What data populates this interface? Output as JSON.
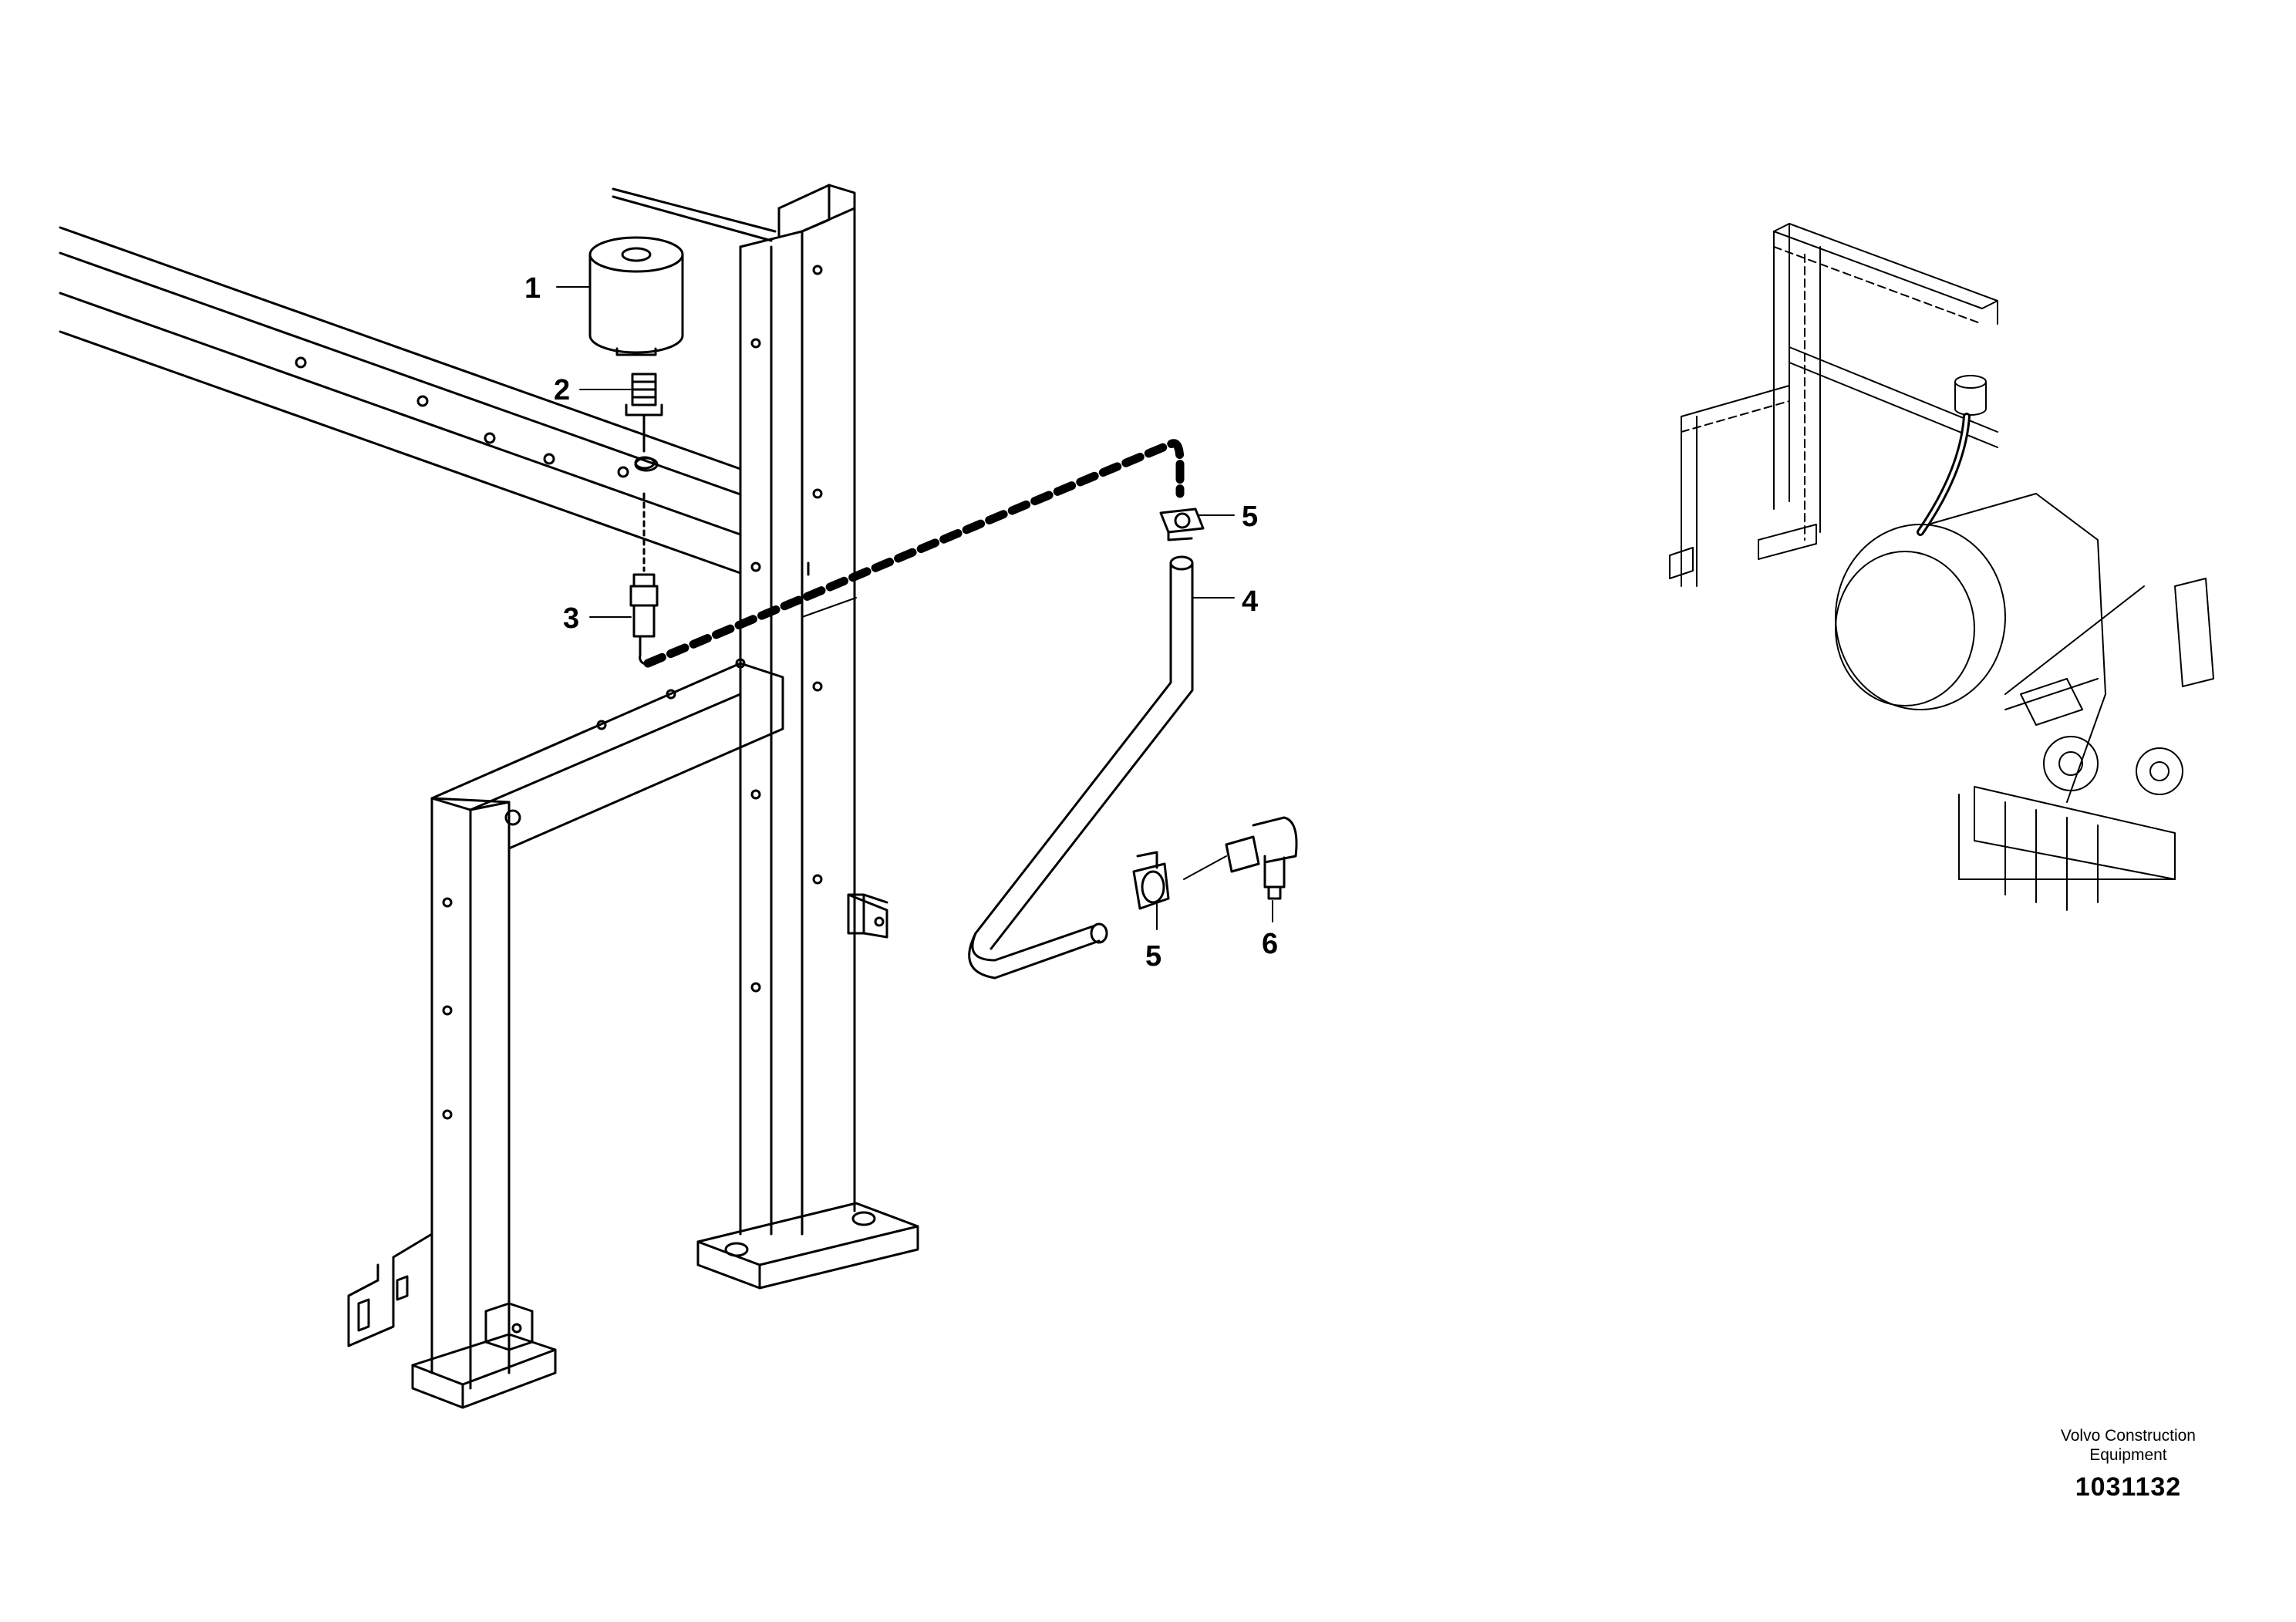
{
  "callouts": [
    {
      "id": "c1",
      "label": "1"
    },
    {
      "id": "c2",
      "label": "2"
    },
    {
      "id": "c3",
      "label": "3"
    },
    {
      "id": "c4",
      "label": "4"
    },
    {
      "id": "c5a",
      "label": "5"
    },
    {
      "id": "c5b",
      "label": "5"
    },
    {
      "id": "c6",
      "label": "6"
    }
  ],
  "footer": {
    "company_line1": "Volvo Construction",
    "company_line2": "Equipment",
    "document_number": "1031132"
  }
}
